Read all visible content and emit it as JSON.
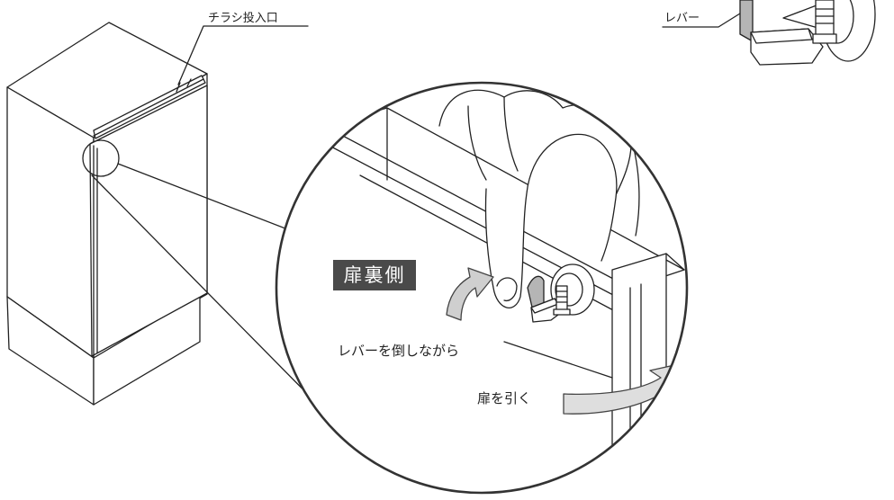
{
  "labels": {
    "flyer_slot": "チラシ投入口",
    "lever": "レバー",
    "door_back_side": "扉裏側",
    "instruction_tilt": "レバーを倒しながら",
    "instruction_pull": "扉を引く"
  },
  "colors": {
    "line": "#222222",
    "label_box": "#4a4a4a",
    "arrow_fill": "#cfcfcf",
    "arrow_fill_light": "#dedede",
    "shadow": "#b5b5b5",
    "background": "#ffffff"
  },
  "icons": {
    "cabinet": "mailbox-cabinet-illustration",
    "zoom": "magnified-lever-detail",
    "arrow": "curved-arrow"
  }
}
